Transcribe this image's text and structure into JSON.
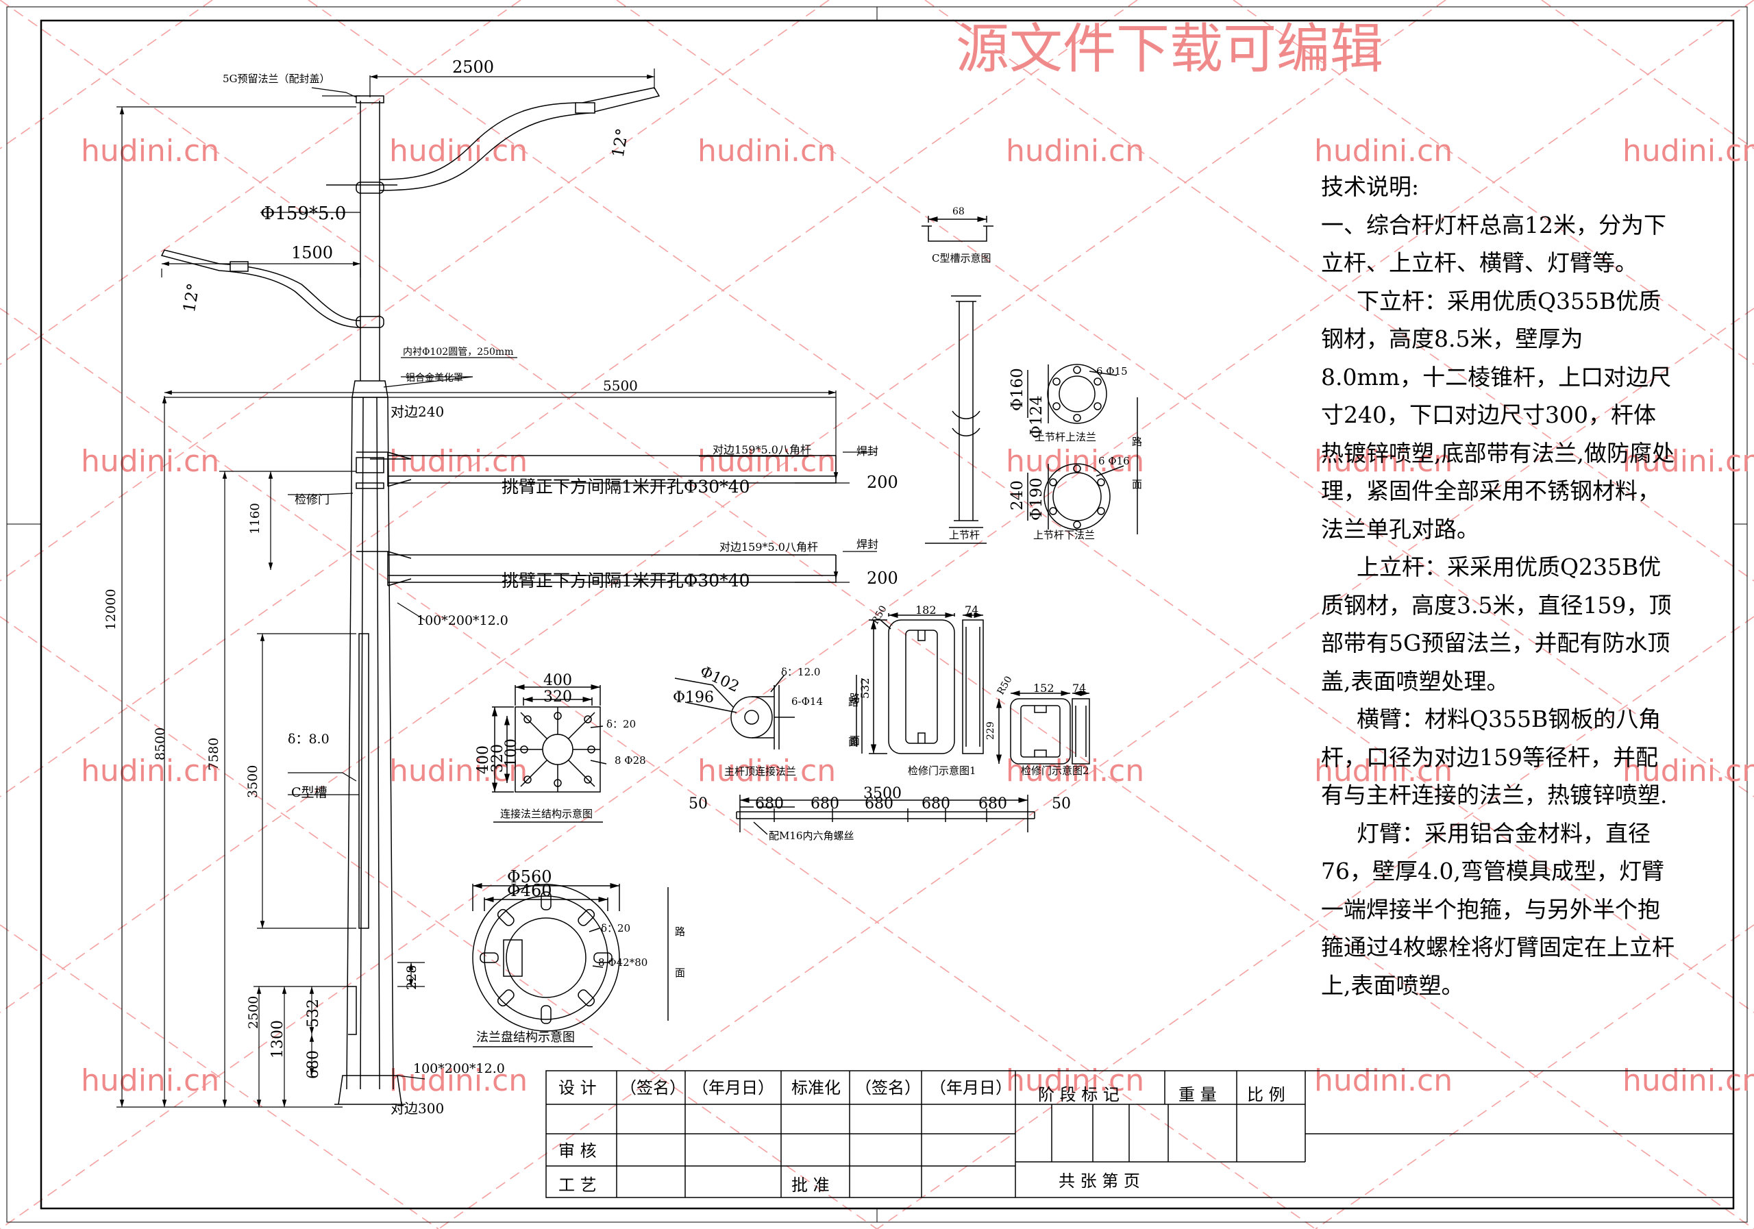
{
  "watermark": {
    "header": "源文件下载可编辑",
    "site": "hudini.cn"
  },
  "colors": {
    "watermark": "#f08a8a",
    "line": "#000000"
  },
  "tech_notes": {
    "title": "技术说明:",
    "para1": "一、综合杆灯杆总高12米，分为下立杆、上立杆、横臂、灯臂等。",
    "para2": "下立杆：采用优质Q355B优质钢材，高度8.5米，壁厚为8.0mm，十二棱锥杆，上口对边尺寸240，下口对边尺寸300，杆体热镀锌喷塑,底部带有法兰,做防腐处理，紧固件全部采用不锈钢材料，法兰单孔对路。",
    "para3": "上立杆：采采用优质Q235B优质钢材，高度3.5米，直径159，顶部带有5G预留法兰，并配有防水顶盖,表面喷塑处理。",
    "para4": "横臂：材料Q355B钢板的八角杆，口径为对边159等径杆，并配有与主杆连接的法兰，热镀锌喷塑.",
    "para5": "灯臂：采用铝合金材料，直径76，壁厚4.0,弯管模具成型，灯臂一端焊接半个抱箍，与另外半个抱箍通过4枚螺栓将灯臂固定在上立杆上,表面喷塑。"
  },
  "pole": {
    "flange_5g": "5G预留法兰（配封盖）",
    "dim_2500_top": "2500",
    "angle_12": "12°",
    "phi159": "Φ159*5.0",
    "dim_1500": "1500",
    "inner_tube": "内衬Φ102圆管，250mm",
    "alu_cover": "铝合金美化罩",
    "dim_5500": "5500",
    "side240": "对边240",
    "arm_spec1": "对边159*5.0八角杆",
    "arm_spec2": "对边159*5.0八角杆",
    "seal": "焊封",
    "hole_text1": "挑臂正下方间隔1米开孔Φ30*40",
    "hole_text2": "挑臂正下方间隔1米开孔Φ30*40",
    "dim_200": "200",
    "door": "检修门",
    "dim_1160": "1160",
    "dim_12000": "12000",
    "dim_8500": "8500",
    "dim_7580": "7580",
    "dim_3500v": "3500",
    "delta8": "δ：8.0",
    "c_channel": "C型槽",
    "plate100": "100*200*12.0",
    "dim_228": "228",
    "dim_2500v": "2500",
    "dim_532": "532",
    "dim_1300": "1300",
    "dim_680": "680",
    "side300": "对边300"
  },
  "details": {
    "c_title": "C型槽示意图",
    "dim_68": "68",
    "upper_pole": "上节杆",
    "d160": "Φ160",
    "d124": "Φ124",
    "holes_6_15": "6 Φ15",
    "upper_flange": "上节杆上法兰",
    "d240": "240",
    "d190": "Φ190",
    "holes_6_16": "6 Φ16",
    "lower_flange": "上节杆下法兰",
    "road": "路",
    "surface": "面",
    "conn_title": "连接法兰结构示意图",
    "d400": "400",
    "d320": "320",
    "d100": "100",
    "delta20": "δ：20",
    "holes_8_28": "8 Φ28",
    "d102": "Φ102",
    "d196": "Φ196",
    "delta12": "δ：12.0",
    "holes_6_14": "6-Φ14",
    "top_flange": "主杆顶连接法兰",
    "r50": "R50",
    "d182": "182",
    "d74": "74",
    "d532": "532",
    "door1": "检修门示意图1",
    "d152": "152",
    "d229": "229",
    "door2": "检修门示意图2",
    "d3500": "3500",
    "d50": "50",
    "d680": "680",
    "m16": "配M16内六角螺丝",
    "d560": "Φ560",
    "d460": "Φ460",
    "holes_8_42": "8 Φ42*80",
    "base_title": "法兰盘结构示意图"
  },
  "title_block": {
    "design": "设  计",
    "sign1": "（签名）",
    "date1": "（年月日）",
    "standard": "标准化",
    "sign2": "（签名）",
    "date2": "（年月日）",
    "stage": "阶  段  标  记",
    "weight": "重  量",
    "scale": "比  例",
    "review": "审  核",
    "process": "工  艺",
    "approve": "批  准",
    "sheets": "共          张          第          页"
  }
}
